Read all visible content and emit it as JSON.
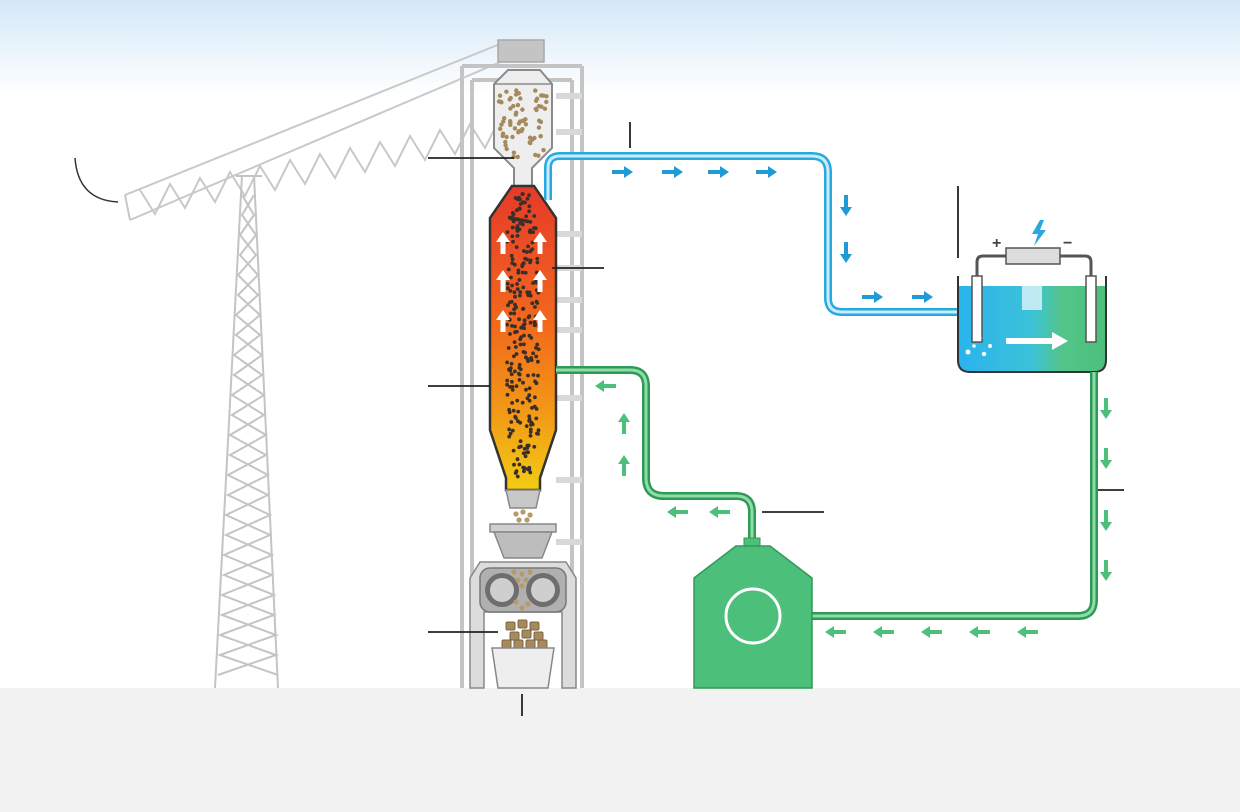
{
  "diagram": {
    "type": "process-illustration",
    "printed_text": [],
    "components": [
      {
        "id": "conveyor",
        "icon": "truss-conveyor"
      },
      {
        "id": "feed-hopper",
        "icon": "hopper-with-pellets"
      },
      {
        "id": "reactor",
        "icon": "shaft-furnace-with-upward-gas"
      },
      {
        "id": "discharge-crusher",
        "icon": "roller-crusher"
      },
      {
        "id": "product-bin",
        "icon": "bin-with-briquettes"
      },
      {
        "id": "electrolyzer",
        "icon": "electrolysis-cell-battery"
      },
      {
        "id": "compressor",
        "icon": "compressor-unit"
      }
    ],
    "flows": [
      {
        "id": "offgas-line",
        "from": "reactor",
        "to": "electrolyzer",
        "color": "#29a8e0"
      },
      {
        "id": "recycle-line",
        "from": "electrolyzer",
        "to": "compressor",
        "color": "#4cc07a"
      },
      {
        "id": "feed-gas-line",
        "from": "compressor",
        "to": "reactor",
        "color": "#4cc07a"
      }
    ],
    "colors": {
      "sky_top": "#d6e9f8",
      "ground": "#f2f2f2",
      "structure": "#bdbdbd",
      "offgas_blue": "#29a8e0",
      "gas_green": "#4cc07a",
      "reactor_top": "#e8412a",
      "reactor_bottom": "#f2c115",
      "pellet": "#a68a5e",
      "battery_plus": "+",
      "battery_minus": "−"
    }
  }
}
